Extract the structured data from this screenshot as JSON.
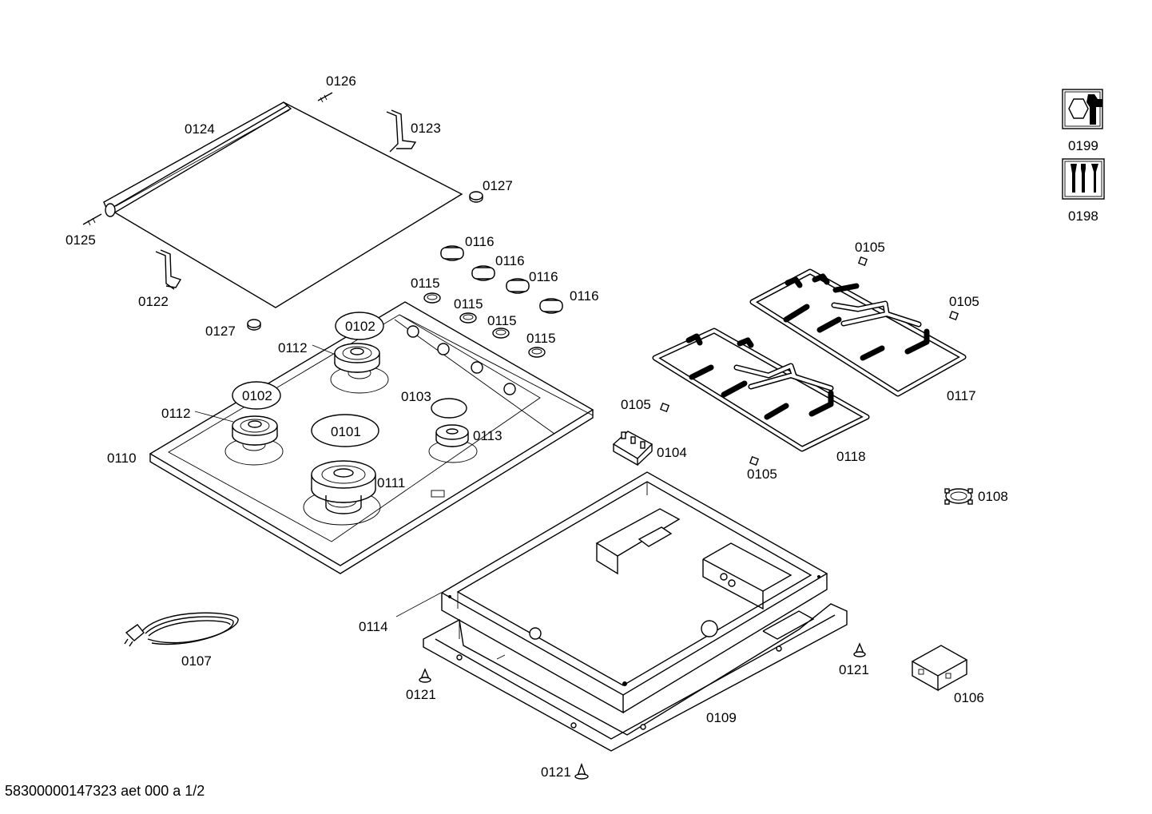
{
  "labels": {
    "p0126": "0126",
    "p0124": "0124",
    "p0123": "0123",
    "p0127a": "0127",
    "p0125": "0125",
    "p0122": "0122",
    "p0127b": "0127",
    "p0116a": "0116",
    "p0116b": "0116",
    "p0116c": "0116",
    "p0116d": "0116",
    "p0115a": "0115",
    "p0115b": "0115",
    "p0115c": "0115",
    "p0115d": "0115",
    "p0102a": "0102",
    "p0112a": "0112",
    "p0102b": "0102",
    "p0112b": "0112",
    "p0103": "0103",
    "p0101": "0101",
    "p0113": "0113",
    "p0110": "0110",
    "p0111": "0111",
    "p0105a": "0105",
    "p0105b": "0105",
    "p0105c": "0105",
    "p0105d": "0105",
    "p0117": "0117",
    "p0118": "0118",
    "p0104": "0104",
    "p0108": "0108",
    "p0199": "0199",
    "p0198": "0198",
    "p0114": "0114",
    "p0107": "0107",
    "p0109": "0109",
    "p0121a": "0121",
    "p0121b": "0121",
    "p0121c": "0121",
    "p0106": "0106"
  },
  "footer": "58300000147323 aet 000 a 1/2"
}
